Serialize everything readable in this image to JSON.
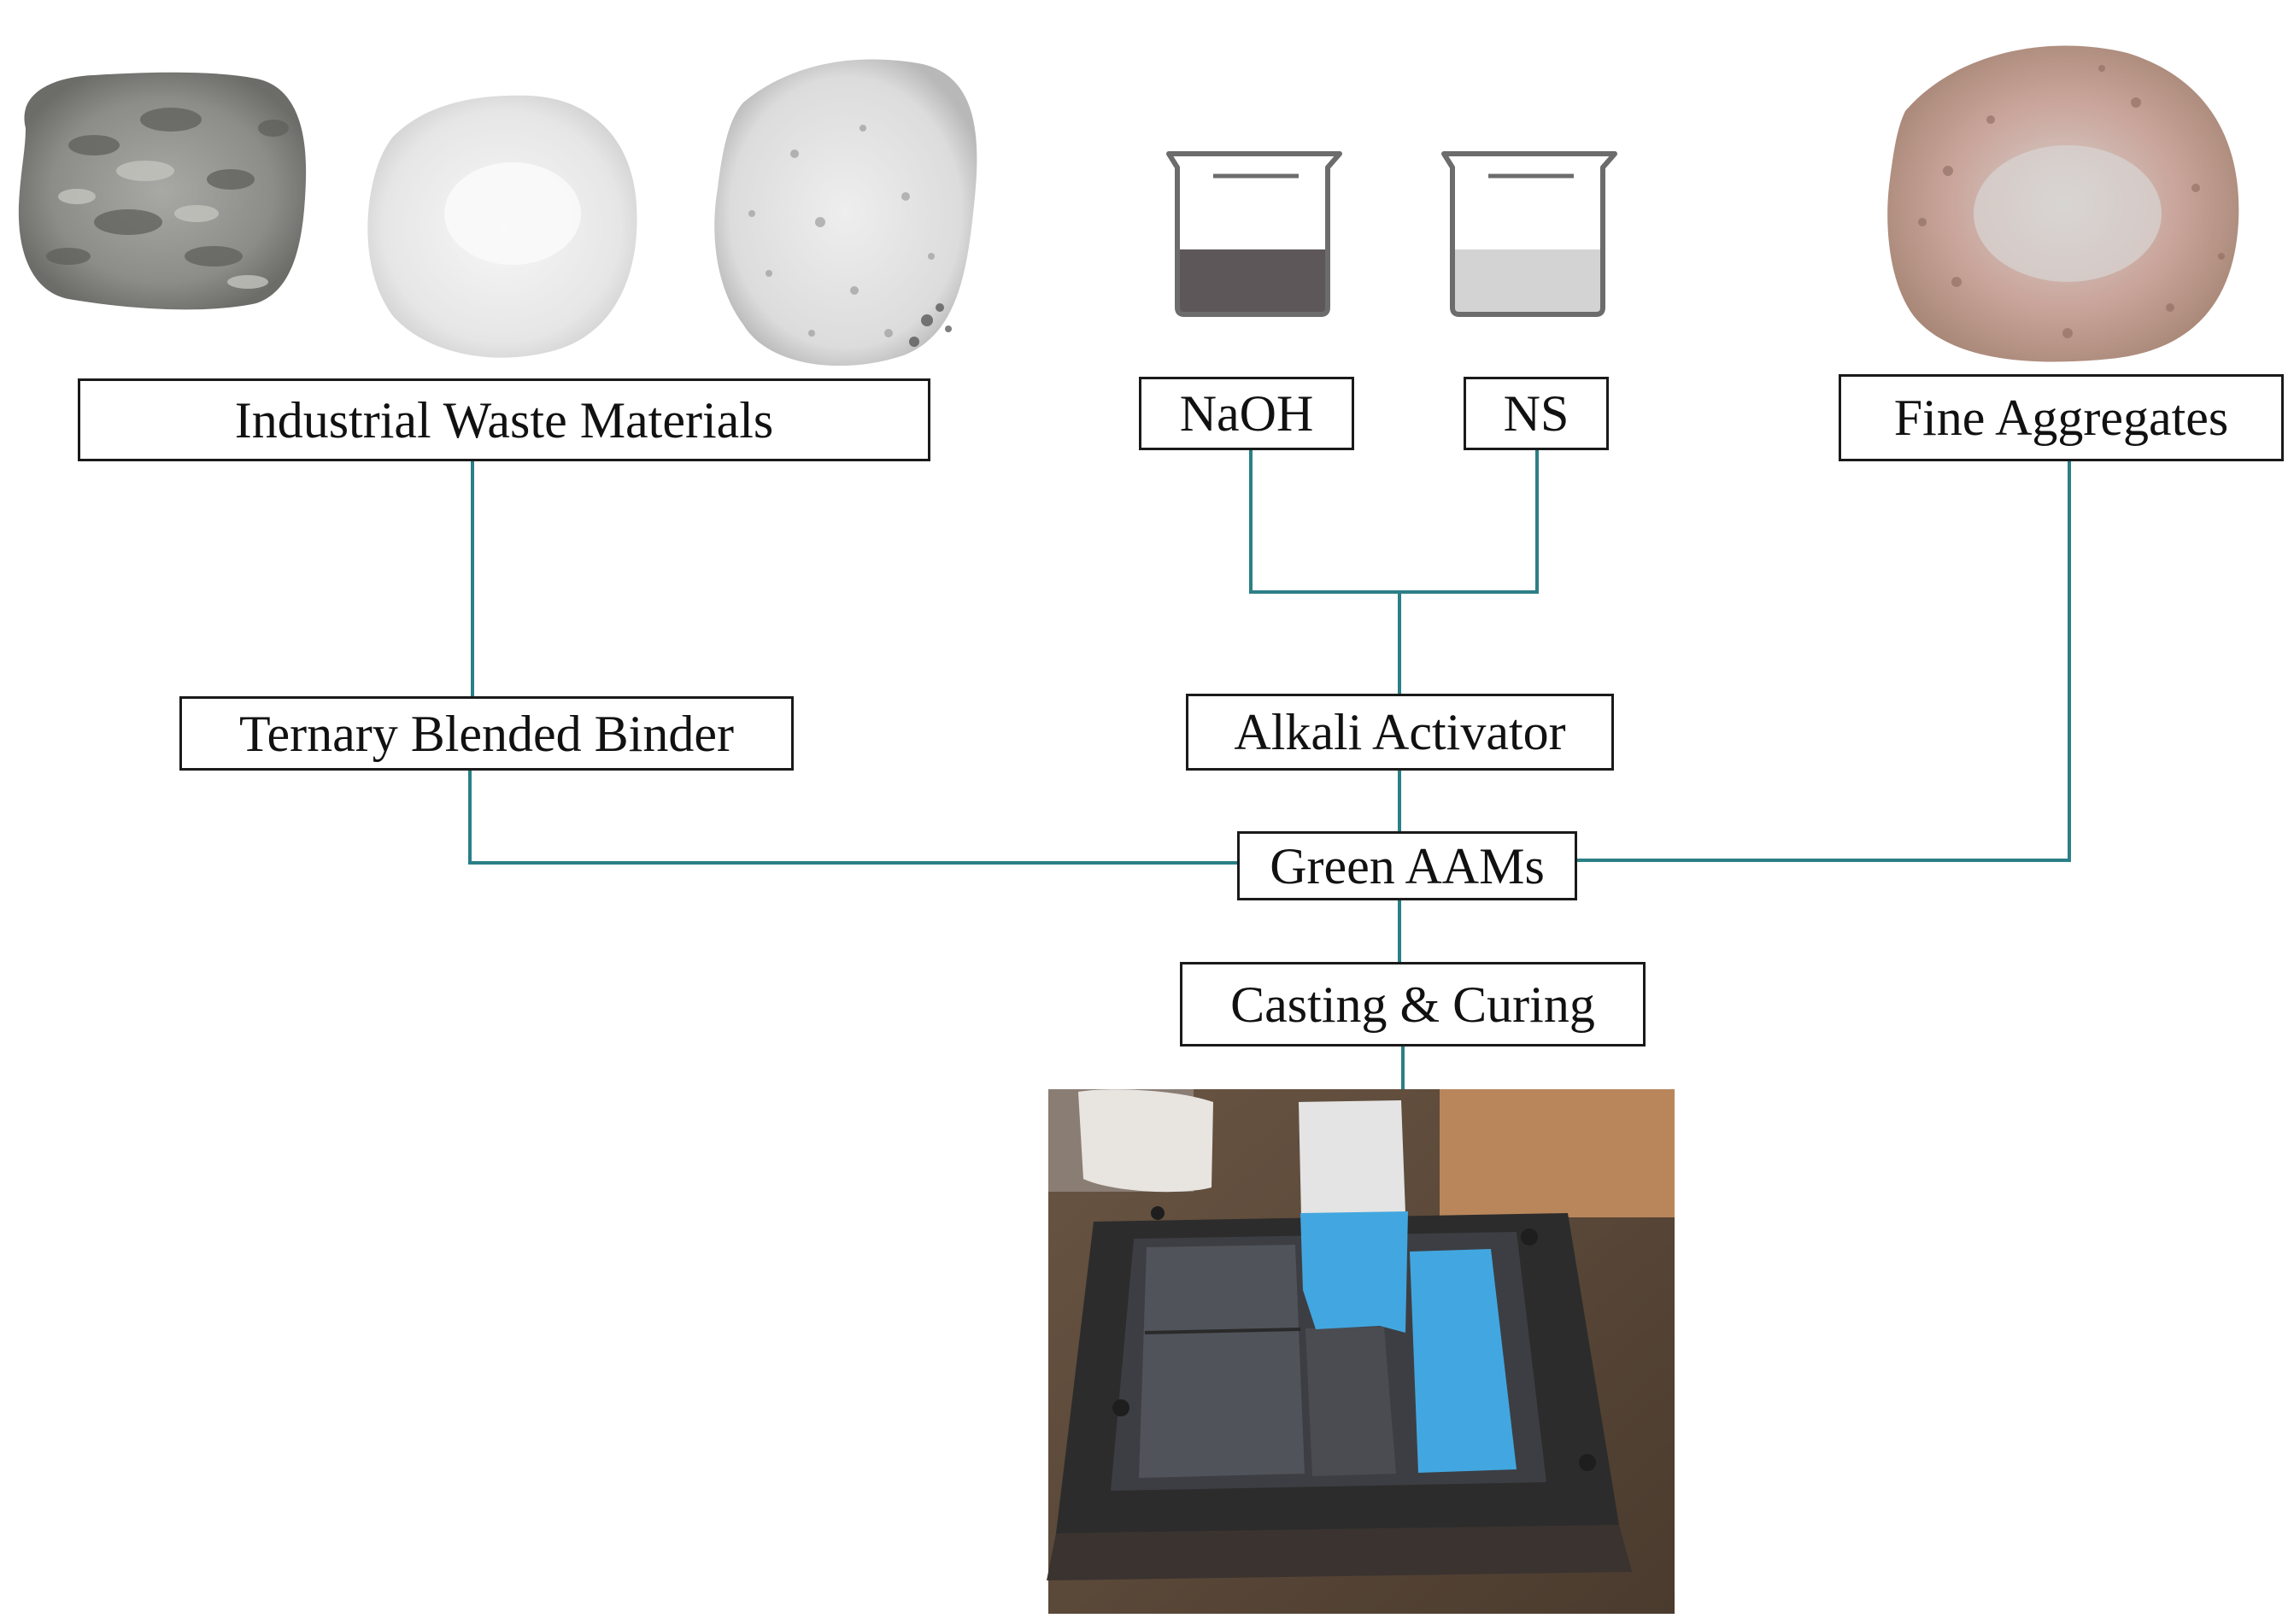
{
  "colors": {
    "connector": "#2b7f86",
    "box_border": "#1a1a1a",
    "naoh_liquid": "#5e5759",
    "ns_liquid": "#d3d3d3",
    "gel_blue": "#42a7e0"
  },
  "nodes": {
    "industrial_waste": "Industrial Waste Materials",
    "naoh": "NaOH",
    "ns": "NS",
    "fine_aggregates": "Fine Aggregates",
    "ternary_binder": "Ternary Blended Binder",
    "alkali_activator": "Alkali Activator",
    "green_aams": "Green AAMs",
    "casting_curing": "Casting & Curing"
  },
  "images": [
    {
      "name": "grey-powder-photo"
    },
    {
      "name": "white-powder-photo"
    },
    {
      "name": "speckled-white-powder-photo"
    },
    {
      "name": "naoh-beaker-icon"
    },
    {
      "name": "ns-beaker-icon"
    },
    {
      "name": "fine-aggregate-photo"
    },
    {
      "name": "mould-casting-photo"
    }
  ]
}
